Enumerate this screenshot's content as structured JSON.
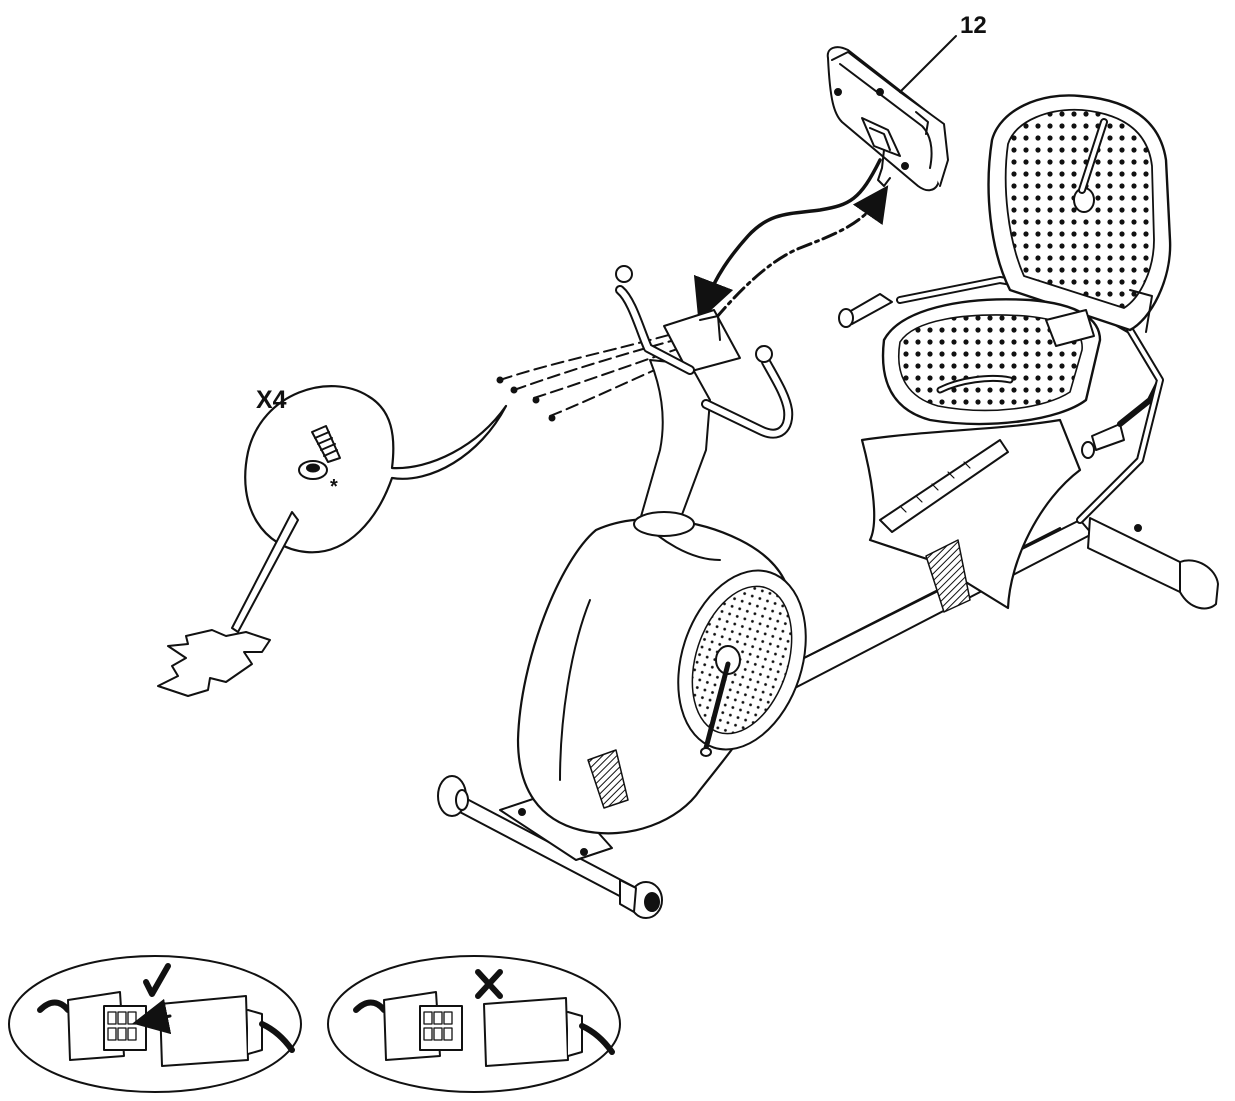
{
  "callouts": {
    "part_number": "12",
    "bolt_quantity": "X4",
    "bolt_note_mark": "*"
  },
  "connector_insets": [
    {
      "state": "correct",
      "symbol_name": "checkmark-icon"
    },
    {
      "state": "incorrect",
      "symbol_name": "x-mark-icon"
    }
  ],
  "colors": {
    "line": "#111111",
    "fill": "#ffffff",
    "shade": "#d8d8d8"
  }
}
